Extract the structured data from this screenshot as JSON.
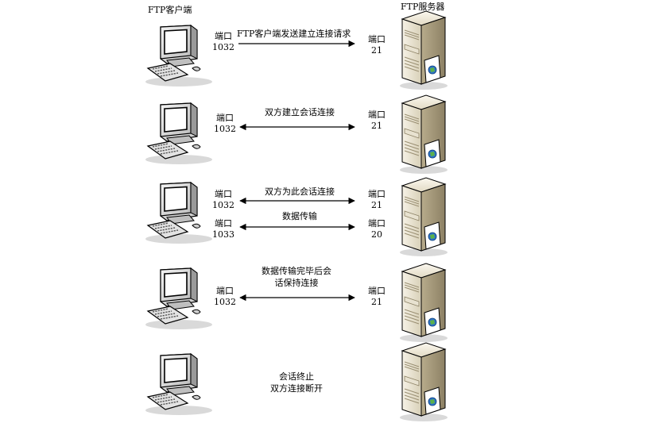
{
  "client_title": "FTP客户端",
  "server_title": "FTP服务器",
  "row1": {
    "client_port_label": "端口",
    "client_port": "1032",
    "message": "FTP客户端发送建立连接请求",
    "server_port_label": "端口",
    "server_port": "21"
  },
  "row2": {
    "client_port_label": "端口",
    "client_port": "1032",
    "message": "双方建立会话连接",
    "server_port_label": "端口",
    "server_port": "21"
  },
  "row3": {
    "client_port_label_a": "端口",
    "client_port_a": "1032",
    "message_a": "双方为此会话连接",
    "server_port_label_a": "端口",
    "server_port_a": "21",
    "client_port_label_b": "端口",
    "client_port_b": "1033",
    "message_b": "数据传输",
    "server_port_label_b": "端口",
    "server_port_b": "20"
  },
  "row4": {
    "client_port_label": "端口",
    "client_port": "1032",
    "message_line1": "数据传输完毕后会",
    "message_line2": "话保持连接",
    "server_port_label": "端口",
    "server_port": "21"
  },
  "row5": {
    "message_line1": "会话终止",
    "message_line2": "双方连接断开"
  }
}
